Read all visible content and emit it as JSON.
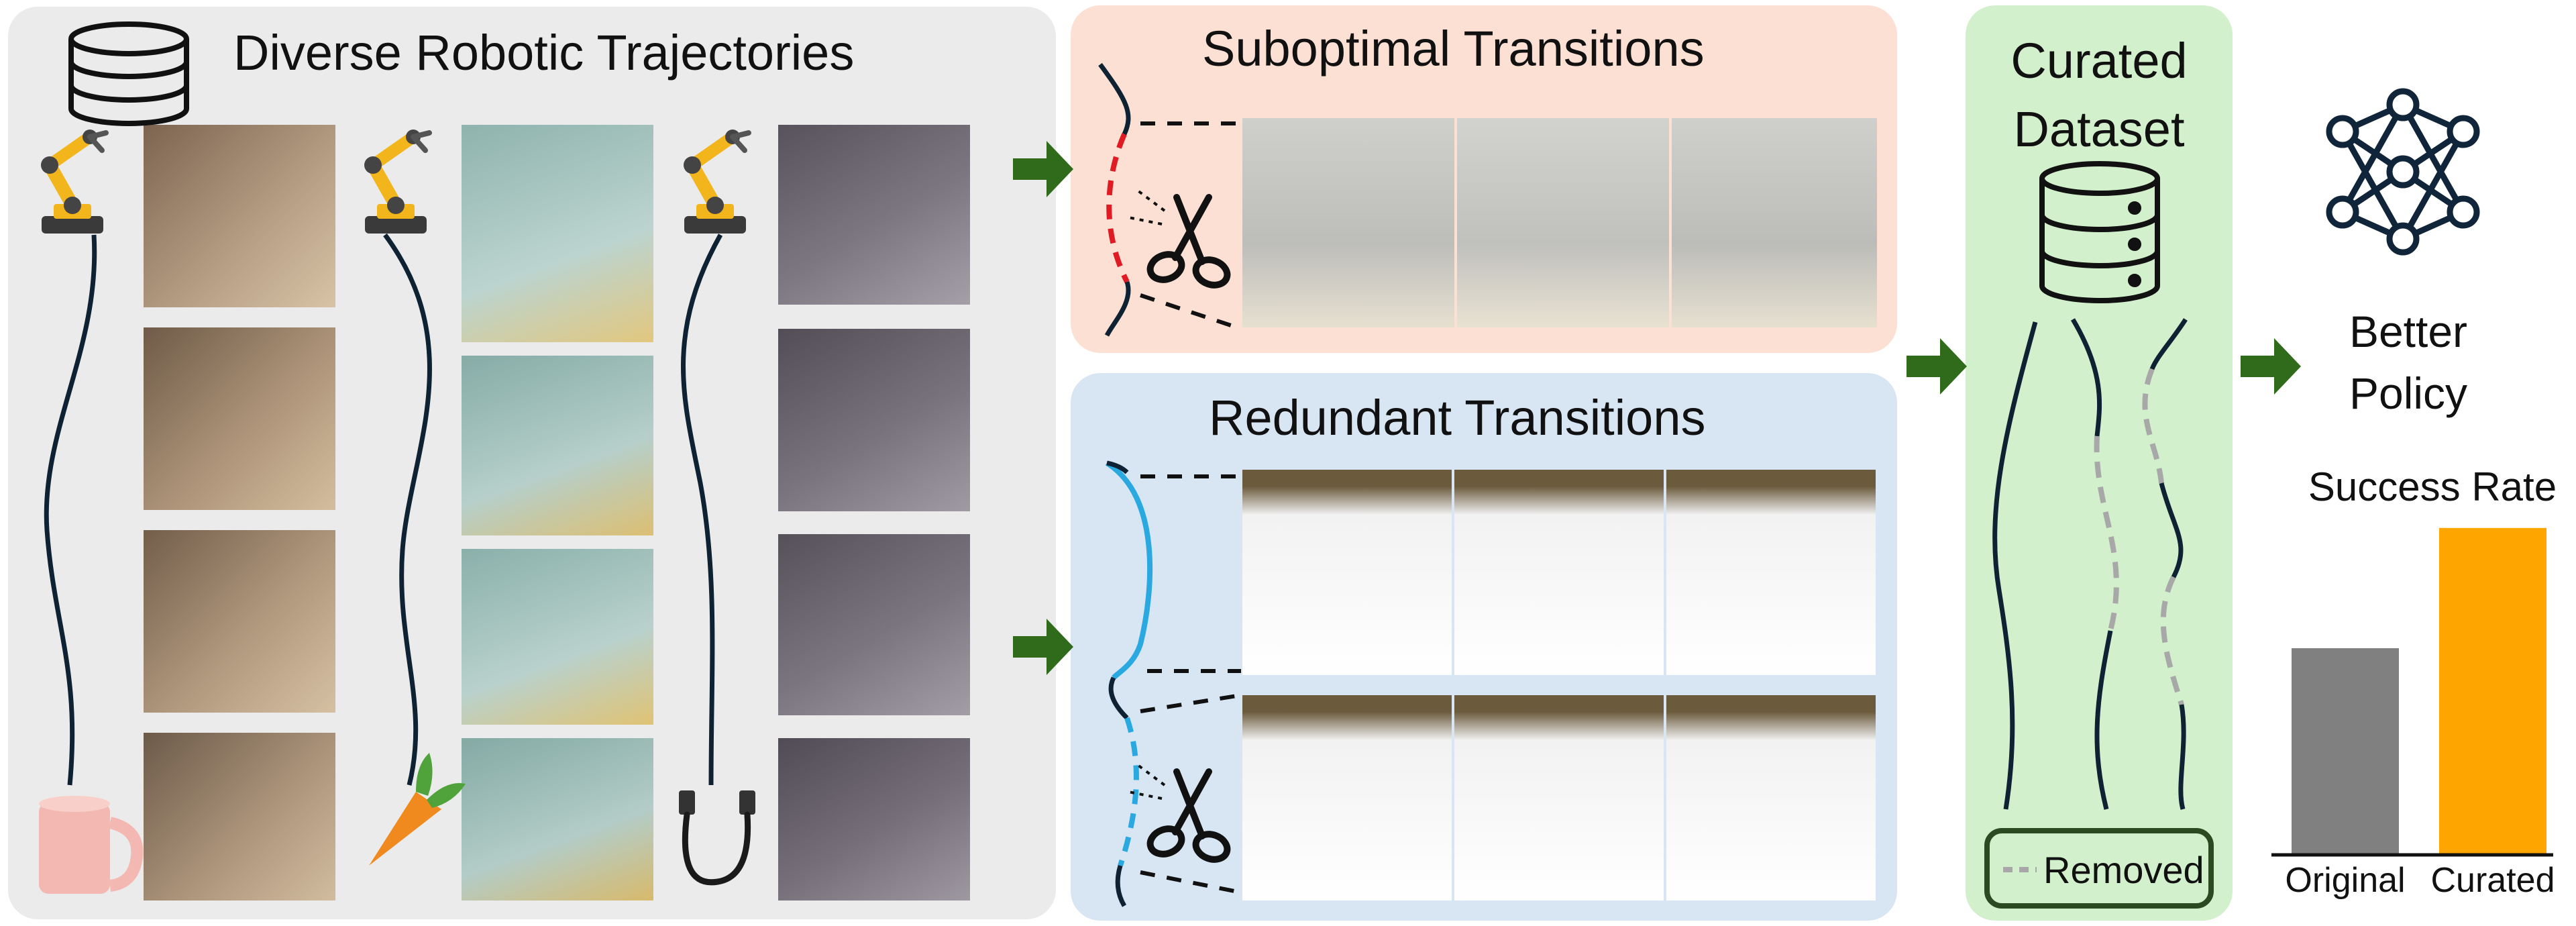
{
  "panels": {
    "diverse": {
      "title": "Diverse Robotic Trajectories"
    },
    "suboptimal": {
      "title": "Suboptimal Transitions"
    },
    "redundant": {
      "title": "Redundant Transitions"
    },
    "curated": {
      "title_line1": "Curated",
      "title_line2": "Dataset",
      "legend": "Removed"
    }
  },
  "policy": {
    "line1": "Better",
    "line2": "Policy"
  },
  "colors": {
    "diverse_bg": "#ebebeb",
    "suboptimal_bg": "#fbe0d3",
    "redundant_bg": "#d8e6f4",
    "curated_bg": "#d3f0cc",
    "arrow": "#2f6b1a",
    "trajectory": "#0f2233",
    "cut_red": "#e01b24",
    "cut_blue": "#29a9e0",
    "removed_gray": "#a8a8a8",
    "bar_original": "#808080",
    "bar_curated": "#ffa500"
  },
  "icons": [
    "database-icon",
    "robot-arm-icon",
    "neural-network-icon",
    "scissors-icon",
    "mug-icon",
    "carrot-icon",
    "usb-cable-icon"
  ],
  "chart_data": {
    "type": "bar",
    "title": "Success Rate",
    "categories": [
      "Original",
      "Curated"
    ],
    "values": [
      0.55,
      0.87
    ],
    "ylim": [
      0,
      1
    ],
    "xlabel": "",
    "ylabel": "",
    "grid": false
  }
}
